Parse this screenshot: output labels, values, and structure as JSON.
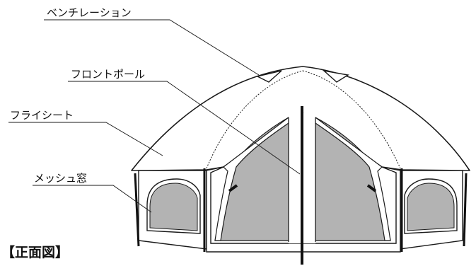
{
  "labels": {
    "ventilation": "ベンチレーション",
    "front_pole": "フロントポール",
    "fly_sheet": "フライシート",
    "mesh_window": "メッシュ窓"
  },
  "caption": "【正面図】",
  "colors": {
    "mesh": "#b3b3b3",
    "line": "#1a1a1a",
    "fabric": "#ffffff"
  }
}
